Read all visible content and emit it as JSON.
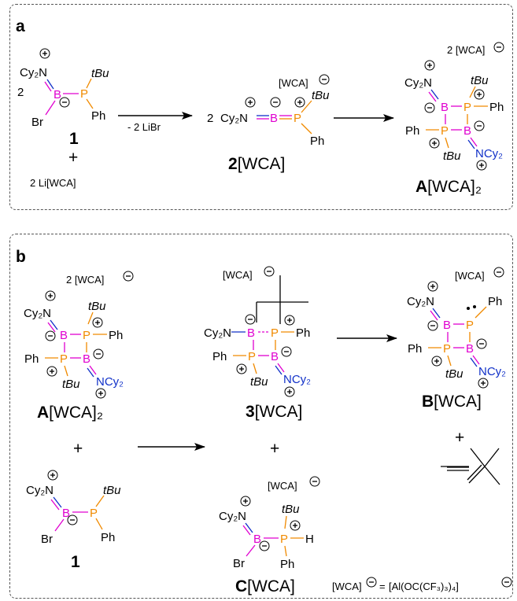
{
  "panel_a": {
    "label": "a",
    "reactant_1": {
      "cy2n": "Cy₂N",
      "coef": "2",
      "B": "B",
      "P": "P",
      "tbu": "tBu",
      "ph": "Ph",
      "br": "Br",
      "label": "1"
    },
    "plus": "+",
    "li_wca": "2 Li[WCA]",
    "arrow_label": "- 2 LiBr",
    "product_2": {
      "wca": "[WCA]",
      "coef": "2",
      "cy2n": "Cy₂N",
      "B": "B",
      "P": "P",
      "tbu": "tBu",
      "ph": "Ph",
      "label_num": "2",
      "label_rest": "[WCA]"
    },
    "product_A": {
      "wca": "2 [WCA]",
      "cy2n_top": "Cy₂N",
      "tbu_top": "tBu",
      "ph_right": "Ph",
      "ph_left": "Ph",
      "tbu_bottom": "tBu",
      "ncy2": "NCy₂",
      "B": "B",
      "P": "P",
      "label_letter": "A",
      "label_rest": "[WCA]₂"
    }
  },
  "panel_b": {
    "label": "b",
    "A": {
      "wca": "2 [WCA]",
      "cy2n_top": "Cy₂N",
      "tbu_top": "tBu",
      "ph_right": "Ph",
      "ph_left": "Ph",
      "tbu_bottom": "tBu",
      "ncy2": "NCy₂",
      "B": "B",
      "P": "P",
      "label_letter": "A",
      "label_rest": "[WCA]₂"
    },
    "plus_left": "+",
    "reactant_1": {
      "cy2n": "Cy₂N",
      "B": "B",
      "P": "P",
      "tbu": "tBu",
      "ph": "Ph",
      "br": "Br",
      "label": "1"
    },
    "int_3": {
      "wca": "[WCA]",
      "cy2n": "Cy₂N",
      "ph_right": "Ph",
      "ph_left": "Ph",
      "tbu_bottom": "tBu",
      "ncy2": "NCy₂",
      "B": "B",
      "P": "P",
      "label_num": "3",
      "label_rest": "[WCA]"
    },
    "plus_mid": "+",
    "C": {
      "wca": "[WCA]",
      "cy2n": "Cy₂N",
      "tbu": "tBu",
      "h": "H",
      "ph": "Ph",
      "br": "Br",
      "B": "B",
      "P": "P",
      "label_letter": "C",
      "label_rest": "[WCA]"
    },
    "product_B": {
      "wca": "[WCA]",
      "cy2n_top": "Cy₂N",
      "ph_right": "Ph",
      "ph_left": "Ph",
      "tbu_bottom": "tBu",
      "ncy2": "NCy₂",
      "B": "B",
      "P": "P",
      "label_letter": "B",
      "label_rest": "[WCA]"
    },
    "plus_right": "+",
    "legend": {
      "lhs": "[WCA]",
      "eq": "=",
      "rhs": "[Al(OC(CF₃)₃)₄]"
    }
  }
}
